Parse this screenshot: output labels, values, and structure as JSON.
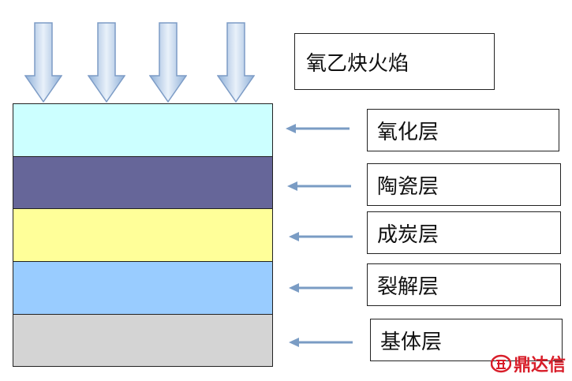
{
  "flame_label": "氧乙炔火焰",
  "layers": [
    {
      "label": "氧化层",
      "color": "#ccffff"
    },
    {
      "label": "陶瓷层",
      "color": "#666699"
    },
    {
      "label": "成炭层",
      "color": "#ffff99"
    },
    {
      "label": "裂解层",
      "color": "#99ccff"
    },
    {
      "label": "基体层",
      "color": "#d4d4d4"
    }
  ],
  "arrow_color": "#a7c3e3",
  "pointer_color": "#7a9cc4",
  "watermark": {
    "text": "鼎达信",
    "color": "#d81e2a"
  }
}
